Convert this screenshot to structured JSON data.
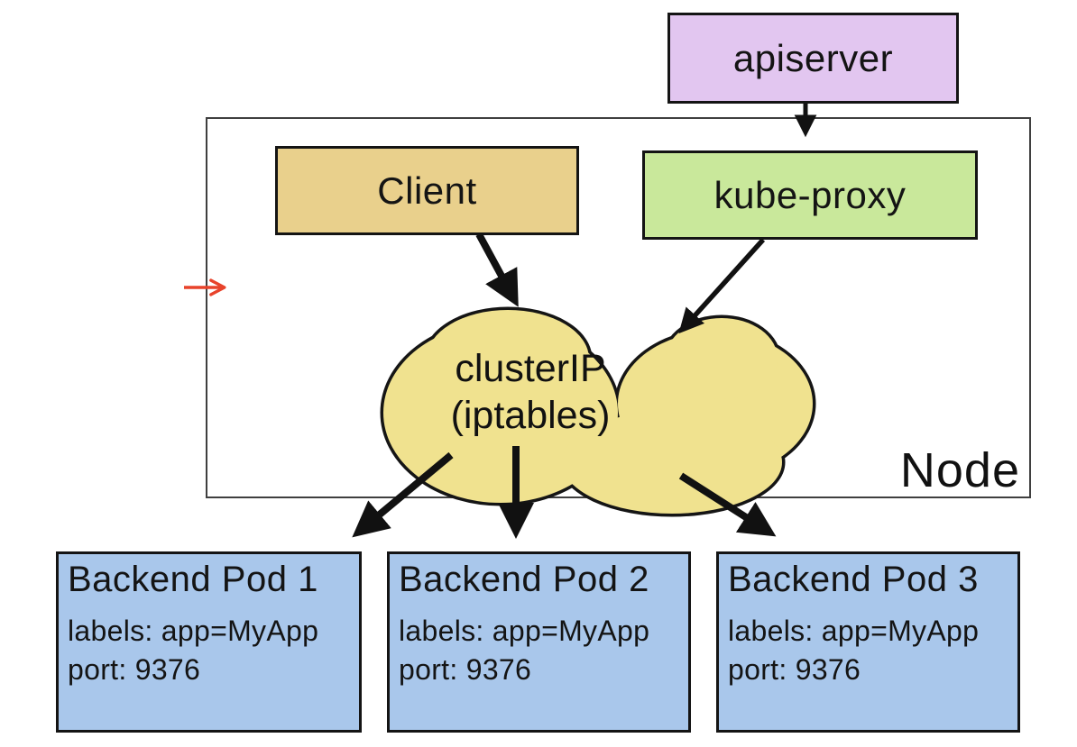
{
  "diagram": {
    "apiserver": {
      "label": "apiserver",
      "fill": "#e2c6f0"
    },
    "client": {
      "label": "Client",
      "fill": "#e9d08c"
    },
    "kube_proxy": {
      "label": "kube-proxy",
      "fill": "#c9e89b"
    },
    "cluster_ip": {
      "line1": "clusterIP",
      "line2": "(iptables)",
      "fill": "#f0e28f"
    },
    "node": {
      "label": "Node"
    },
    "pods": [
      {
        "title": "Backend Pod 1",
        "labels": "labels: app=MyApp",
        "port": "port: 9376"
      },
      {
        "title": "Backend Pod 2",
        "labels": "labels: app=MyApp",
        "port": "port: 9376"
      },
      {
        "title": "Backend Pod 3",
        "labels": "labels: app=MyApp",
        "port": "port: 9376"
      }
    ],
    "pod_fill": "#a9c7eb",
    "colors": {
      "arrow": "#111111",
      "annotation_arrow": "#e8432b",
      "node_border": "#3f3f3f",
      "box_border": "#141414",
      "background": "#ffffff"
    }
  }
}
